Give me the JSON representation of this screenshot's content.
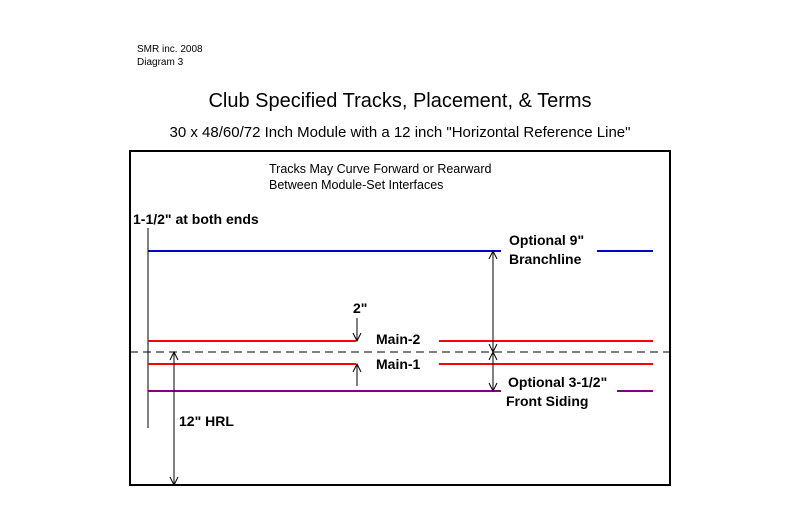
{
  "header": {
    "company": "SMR inc. 2008",
    "diagram_no": "Diagram 3"
  },
  "title": "Club Specified Tracks, Placement, & Terms",
  "subtitle": "30 x 48/60/72 Inch Module with a 12 inch \"Horizontal Reference Line\"",
  "note": {
    "line1": "Tracks May Curve Forward or Rearward",
    "line2": "Between Module-Set Interfaces"
  },
  "labels": {
    "end_margin": "1-1/2\" at both ends",
    "branch_offset": "Optional 9\"",
    "branch_name": "Branchline",
    "main_spacing": "2\"",
    "main2": "Main-2",
    "main1": "Main-1",
    "siding_offset": "Optional 3-1/2\"",
    "siding_name": "Front Siding",
    "hrl": "12\" HRL"
  },
  "colors": {
    "branchline": "#0000cc",
    "mainline": "#ff0000",
    "siding": "#800080",
    "outline": "#000000",
    "hrl_dash": "#000000"
  }
}
